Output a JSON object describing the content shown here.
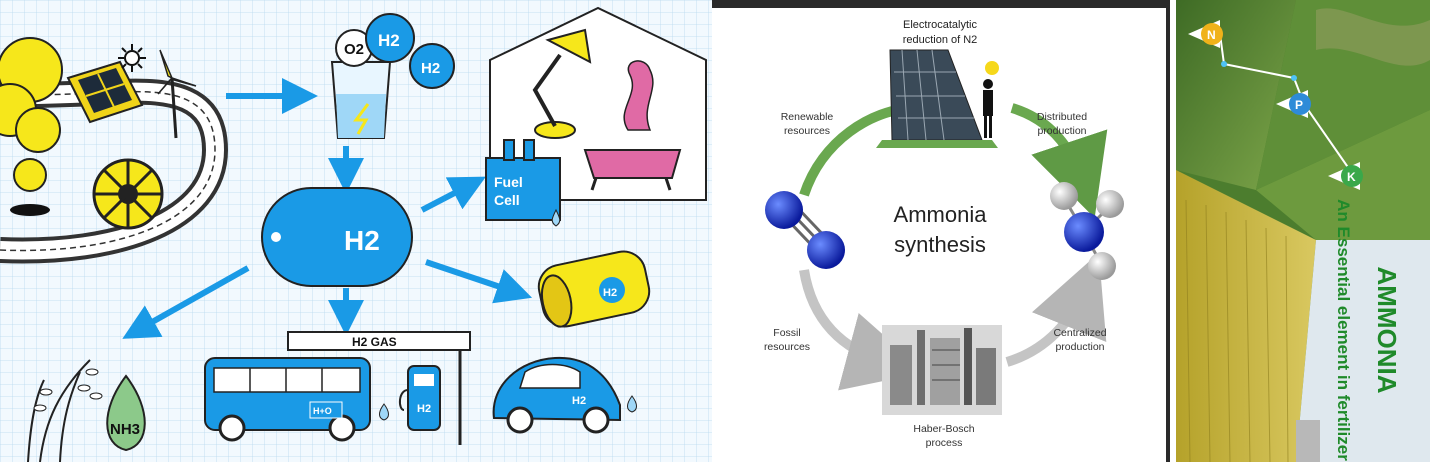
{
  "left_panel": {
    "o2_label": "O2",
    "h2_bubble_1": "H2",
    "h2_bubble_2": "H2",
    "tank_label": "H2",
    "fuel_cell_label_1": "Fuel",
    "fuel_cell_label_2": "Cell",
    "station_sign": "H2 GAS",
    "bus_label": "H+O",
    "pump_label": "H2",
    "cylinder_label": "H2",
    "car_label": "H2",
    "ammonia_drop_label": "NH3"
  },
  "middle_panel": {
    "top_label_line1": "Electrocatalytic",
    "top_label_line2": "reduction of N2",
    "renewable_line1": "Renewable",
    "renewable_line2": "resources",
    "distributed_line1": "Distributed",
    "distributed_line2": "production",
    "title_line1": "Ammonia",
    "title_line2": "synthesis",
    "fossil_line1": "Fossil",
    "fossil_line2": "resources",
    "centralized_line1": "Centralized",
    "centralized_line2": "production",
    "bottom_label_line1": "Haber-Bosch",
    "bottom_label_line2": "process"
  },
  "right_panel": {
    "marker_1": "N",
    "marker_2": "P",
    "marker_3": "K",
    "banner_title": "AMMONIA",
    "banner_subtitle_1": "An Essential element in fertilizer",
    "colors": {
      "banner_text": "#1f8a2a",
      "sky": "#dfe8ee",
      "field_green": "#4c7d2e"
    }
  }
}
